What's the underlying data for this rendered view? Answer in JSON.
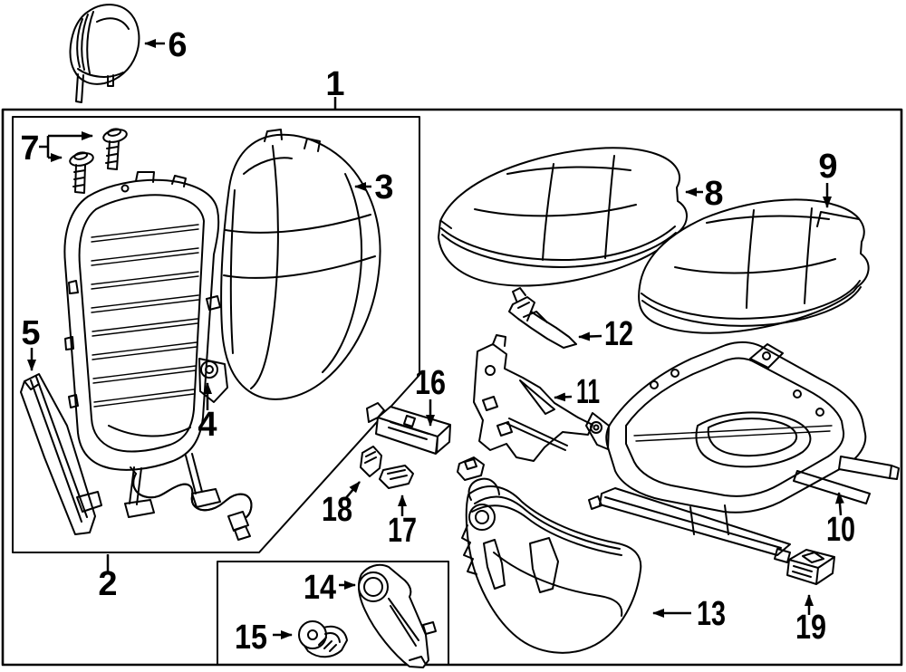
{
  "diagram": {
    "background": "#ffffff",
    "line_color": "#000000",
    "callouts": [
      {
        "number": "1",
        "part": "seat-back-assembly"
      },
      {
        "number": "2",
        "part": "wiring-harness"
      },
      {
        "number": "3",
        "part": "seat-back-cushion"
      },
      {
        "number": "4",
        "part": "recliner-bracket"
      },
      {
        "number": "5",
        "part": "side-trim-strip"
      },
      {
        "number": "6",
        "part": "headrest"
      },
      {
        "number": "7",
        "part": "mounting-screws"
      },
      {
        "number": "8",
        "part": "seat-cushion-cover"
      },
      {
        "number": "9",
        "part": "seat-cushion-pad"
      },
      {
        "number": "10",
        "part": "seat-track-adjuster"
      },
      {
        "number": "11",
        "part": "side-support-bracket"
      },
      {
        "number": "12",
        "part": "mount-bracket"
      },
      {
        "number": "13",
        "part": "side-shield"
      },
      {
        "number": "14",
        "part": "recliner-side-cover"
      },
      {
        "number": "15",
        "part": "recliner-handle"
      },
      {
        "number": "16",
        "part": "connector-bracket"
      },
      {
        "number": "17",
        "part": "retaining-clip"
      },
      {
        "number": "18",
        "part": "retaining-clip"
      },
      {
        "number": "19",
        "part": "anchor-clip"
      }
    ]
  }
}
